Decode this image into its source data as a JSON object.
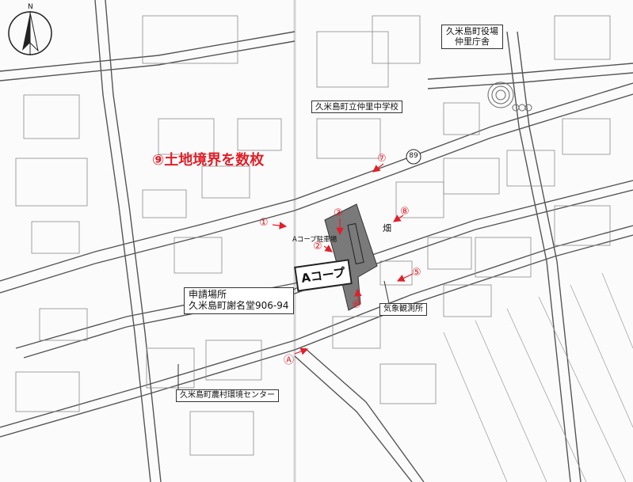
{
  "map": {
    "north_label": "N",
    "road_number": "89",
    "colors": {
      "paper": "#fbfbfb",
      "lines": "#8a8a8a",
      "road": "#555555",
      "annotation_red": "#e0202a",
      "highlight_plot": "#7a7a7a"
    }
  },
  "labels": {
    "town_office": [
      "久米島町役場",
      "仲里庁舎"
    ],
    "school": "久米島町立仲里中学校",
    "boundary_note": "⑨土地境界を数枚",
    "parking": "Aコープ駐車場",
    "store": "Aコープ",
    "field": "畑",
    "weather_station": "気象観測所",
    "application_site": [
      "申請場所",
      "久米島町謝名堂906-94"
    ],
    "environment_center": "久米島町農村環境センター"
  },
  "markers": [
    {
      "id": "m7",
      "label": "⑦"
    },
    {
      "id": "m1",
      "label": "①"
    },
    {
      "id": "m3",
      "label": "③"
    },
    {
      "id": "m8",
      "label": "⑧"
    },
    {
      "id": "m2",
      "label": "②"
    },
    {
      "id": "m5",
      "label": "⑤"
    },
    {
      "id": "m6",
      "label": "⑥"
    },
    {
      "id": "mA",
      "label": "Ⓐ"
    }
  ]
}
